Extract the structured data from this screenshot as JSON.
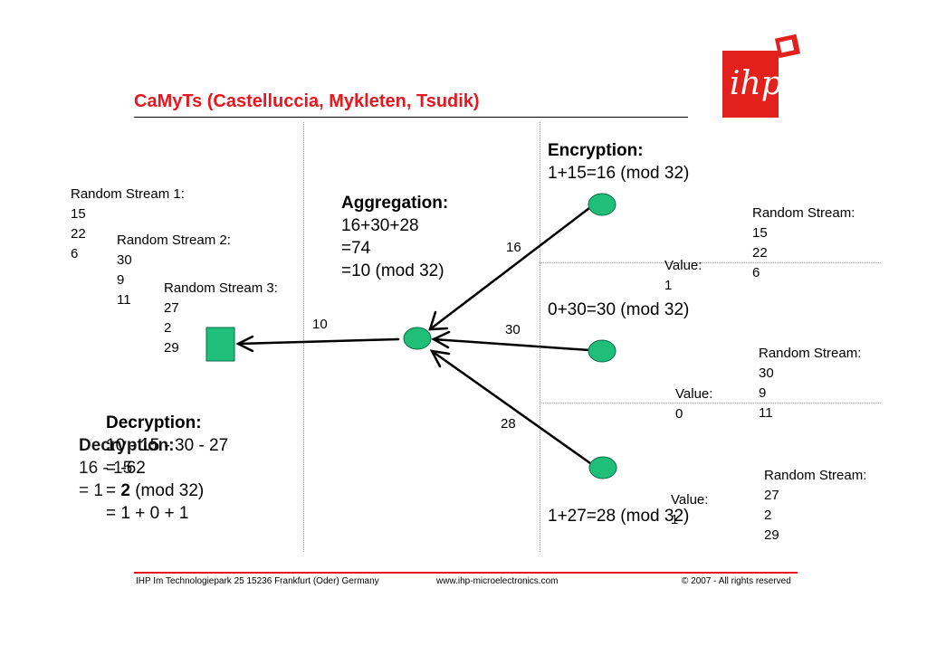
{
  "title": "CaMyTs (Castelluccia, Mykleten, Tsudik)",
  "left_streams": {
    "s1": [
      "Random Stream 1:",
      "15",
      "22",
      "6"
    ],
    "s2": [
      "Random Stream 2:",
      "30",
      "9",
      "11"
    ],
    "s3": [
      "Random Stream 3:",
      "27",
      "2",
      "29"
    ]
  },
  "aggregation": {
    "heading": "Aggregation:",
    "lines": [
      "16+30+28",
      "=74",
      "=10 (mod 32)"
    ]
  },
  "encryption": {
    "heading": "Encryption:",
    "top_eq": "1+15=16 (mod 32)",
    "mid_eq": "0+30=30 (mod 32)",
    "bottom_eq": "1+27=28 (mod 32)"
  },
  "nodes": [
    {
      "stream": [
        "Random Stream:",
        "15",
        "22",
        "6"
      ],
      "value_label": "Value:",
      "value": "1",
      "edge": "16"
    },
    {
      "stream": [
        "Random Stream:",
        "30",
        "9",
        "11"
      ],
      "value_label": "Value:",
      "value": "0",
      "edge": "30"
    },
    {
      "stream": [
        "Random Stream:",
        "27",
        "2",
        "29"
      ],
      "value_label": "Value:",
      "value": "1",
      "edge": "28"
    }
  ],
  "sink_edge": "10",
  "decryption_overlay": {
    "heading": "Decryption:",
    "l1": "16 - 15",
    "l2": "= 1"
  },
  "decryption": {
    "heading": "Decryption:",
    "l1": "10 - 15 - 30 - 27",
    "l2": "= -62",
    "l3_pre": "= ",
    "l3_bold": "2",
    "l3_post": " (mod 32)",
    "l4": "= 1 + 0 + 1"
  },
  "logo_text": "ihp",
  "footer": {
    "address": "IHP  Im Technologiepark 25  15236 Frankfurt (Oder) Germany",
    "url": "www.ihp-microelectronics.com",
    "copyright": "© 2007 - All rights reserved"
  },
  "colors": {
    "title": "#e8161e",
    "node": "#1fbf7a",
    "logo": "#e2211c"
  }
}
